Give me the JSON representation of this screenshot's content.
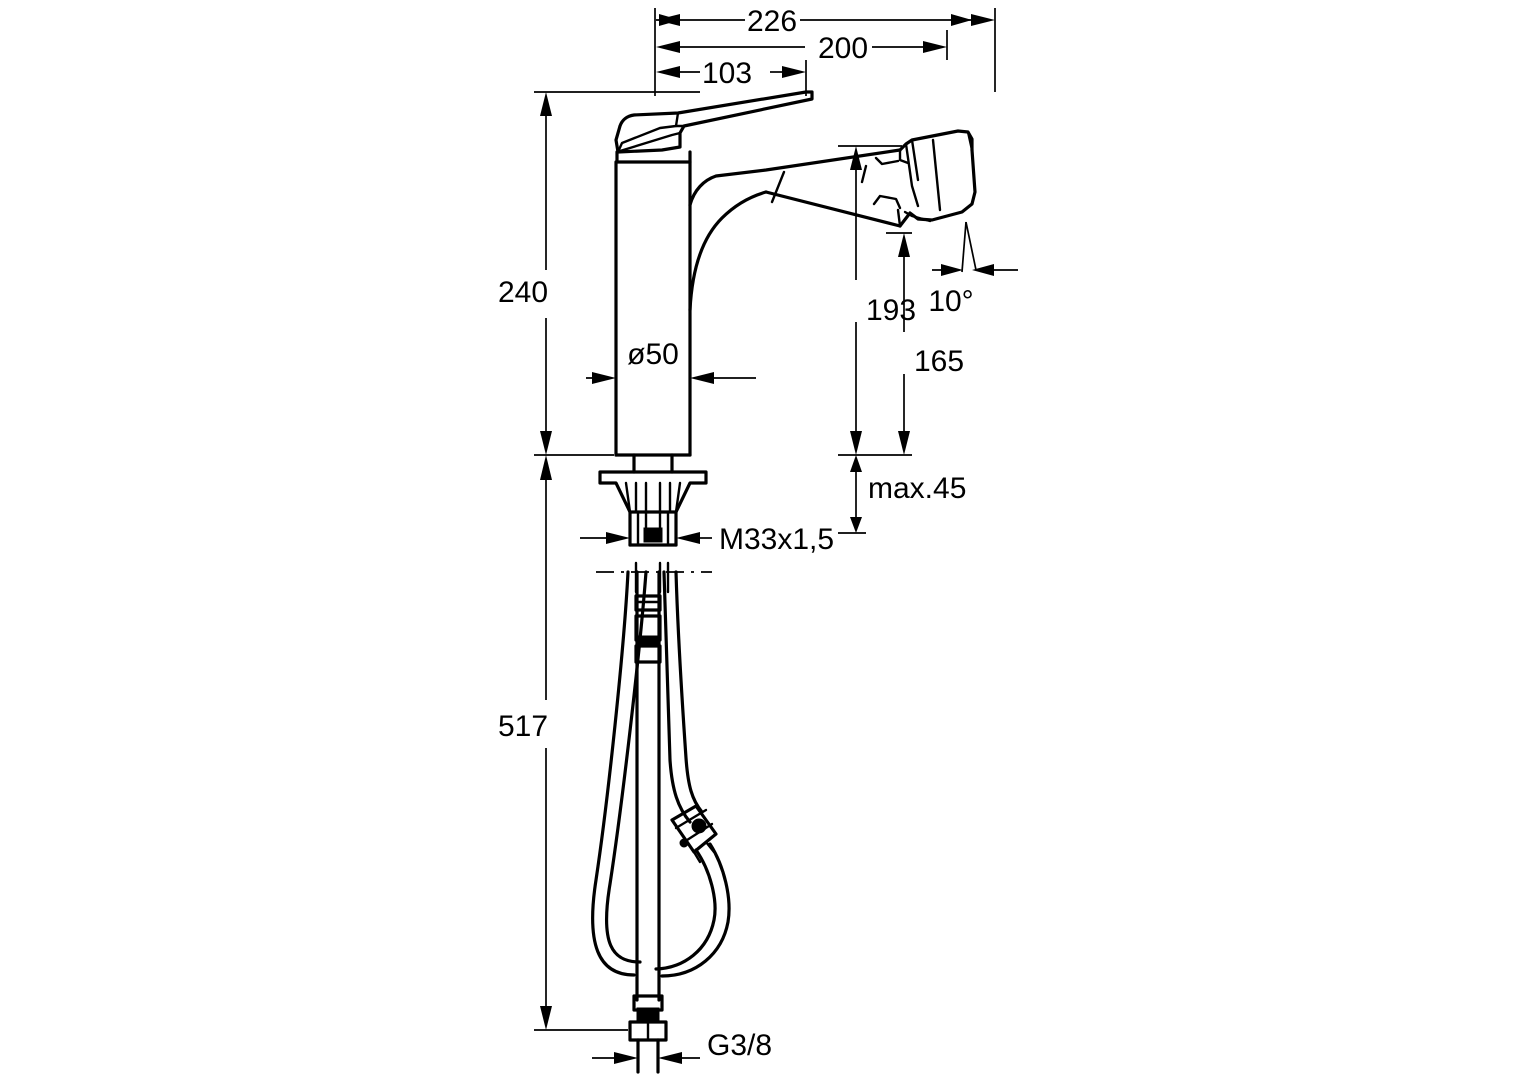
{
  "document": {
    "type": "technical-drawing",
    "subject": "Single-lever kitchen mixer tap with pull-out spray head",
    "units": "mm",
    "projection": "side elevation"
  },
  "dimensions": {
    "total_reach": "226",
    "spout_reach": "200",
    "handle_offset": "103",
    "body_height": "240",
    "body_diameter": "ø50",
    "spout_height_high": "193",
    "spout_height_low": "165",
    "hose_length": "517",
    "counter_thickness": "max.45",
    "thread_shank": "M33x1,5",
    "thread_supply": "G3/8",
    "spray_angle": "10°"
  },
  "labels": [
    {
      "id": "d226",
      "text": "226"
    },
    {
      "id": "d200",
      "text": "200"
    },
    {
      "id": "d103",
      "text": "103"
    },
    {
      "id": "d240",
      "text": "240"
    },
    {
      "id": "d50",
      "text": "ø50"
    },
    {
      "id": "d193",
      "text": "193"
    },
    {
      "id": "d165",
      "text": "165"
    },
    {
      "id": "d10deg",
      "text": "10°"
    },
    {
      "id": "dmax45",
      "text": "max.45"
    },
    {
      "id": "dM33",
      "text": "M33x1,5"
    },
    {
      "id": "d517",
      "text": "517"
    },
    {
      "id": "dG38",
      "text": "G3/8"
    }
  ],
  "colors": {
    "line": "#000000",
    "background": "#ffffff"
  }
}
